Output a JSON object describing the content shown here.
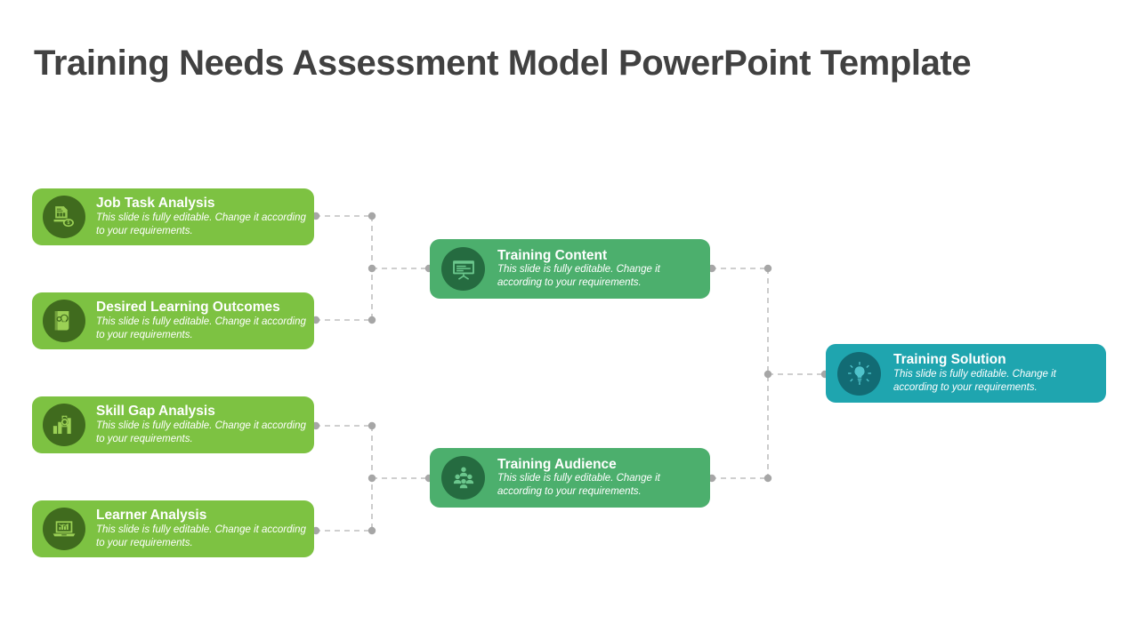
{
  "title": "Training Needs Assessment Model PowerPoint Template",
  "shared": {
    "description": "This slide is fully  editable. Change it according to your requirements."
  },
  "colors": {
    "background": "#ffffff",
    "title_text": "#414141",
    "level1_card": "#7DC242",
    "level1_icon_circle": "#406B1E",
    "level1_icon_glyph": "#9BD055",
    "level2_card": "#4CAF6D",
    "level2_icon_circle": "#256B40",
    "level2_icon_glyph": "#6BC78D",
    "level3_card": "#1FA5AF",
    "level3_icon_circle": "#126B74",
    "level3_icon_glyph": "#4FC3CB",
    "connector_line": "#BFBFBF",
    "connector_node": "#A6A6A6",
    "card_text": "#ffffff"
  },
  "diagram": {
    "type": "hierarchical-flow",
    "levels": 3,
    "inputs": [
      {
        "id": "job-task-analysis",
        "title": "Job Task Analysis",
        "description": "This slide is fully  editable. Change it according to your requirements.",
        "icon": "report-money-icon",
        "level": 1
      },
      {
        "id": "desired-learning-outcomes",
        "title": "Desired Learning Outcomes",
        "description": "This slide is fully  editable. Change it according to your requirements.",
        "icon": "book-lightbulb-icon",
        "level": 1
      },
      {
        "id": "skill-gap-analysis",
        "title": "Skill Gap Analysis",
        "description": "This slide is fully  editable. Change it according to your requirements.",
        "icon": "bar-chart-magnifier-icon",
        "level": 1
      },
      {
        "id": "learner-analysis",
        "title": "Learner Analysis",
        "description": "This slide is fully  editable. Change it according to your requirements.",
        "icon": "laptop-chart-icon",
        "level": 1
      }
    ],
    "middle": [
      {
        "id": "training-content",
        "title": "Training Content",
        "description": "This slide is fully  editable. Change it according to your requirements.",
        "icon": "presentation-board-icon",
        "level": 2,
        "sources": [
          "job-task-analysis",
          "desired-learning-outcomes"
        ]
      },
      {
        "id": "training-audience",
        "title": "Training Audience",
        "description": "This slide is fully  editable. Change it according to your requirements.",
        "icon": "audience-group-icon",
        "level": 2,
        "sources": [
          "skill-gap-analysis",
          "learner-analysis"
        ]
      }
    ],
    "output": [
      {
        "id": "training-solution",
        "title": "Training Solution",
        "description": "This slide is fully  editable. Change it according to your requirements.",
        "icon": "lightbulb-idea-icon",
        "level": 3,
        "sources": [
          "training-content",
          "training-audience"
        ]
      }
    ]
  }
}
